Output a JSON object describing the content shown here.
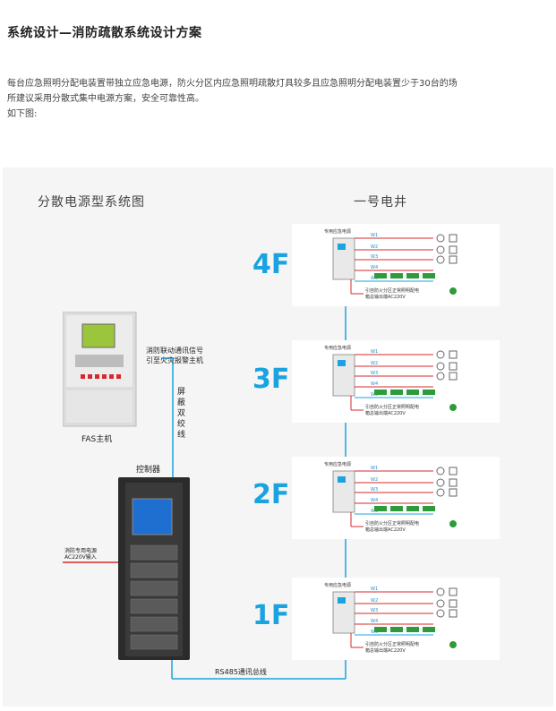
{
  "title": "系统设计—消防疏散系统设计方案",
  "paragraph": {
    "line1": "每台应急照明分配电装置带独立应急电源，防火分区内应急照明疏散灯具较多且应急照明分配电装置少于30台的场",
    "line2": "所建议采用分散式集中电源方案，安全可靠性高。",
    "line3": "如下图:"
  },
  "diagram": {
    "left_heading": "分散电源型系统图",
    "right_heading": "一号电井",
    "fas_label": "FAS主机",
    "fire_signal_label_1": "消防联动通讯信号",
    "fire_signal_label_2": "引至火灾报警主机",
    "shielded_cable_label": "屏蔽双绞线",
    "controller_label": "控制器",
    "power_input_label_1": "消防专用电源",
    "power_input_label_2": "AC220V输入",
    "rs485_label": "RS485通讯总线",
    "floors": [
      "4F",
      "3F",
      "2F",
      "1F"
    ],
    "floor_card": {
      "box_label": "专用应急电源",
      "circuits": [
        "W1",
        "W2",
        "W3",
        "W4",
        "W5"
      ],
      "note_1": "引自防火分区正常照明配电",
      "note_2": "箱总输出端AC220V"
    },
    "colors": {
      "accent_blue": "#1aa3e0",
      "red_line": "#d9272e",
      "green_lamp": "#2e9b3b",
      "cabinet": "#2b2b2b",
      "screen_blue": "#1f6fd1"
    }
  }
}
